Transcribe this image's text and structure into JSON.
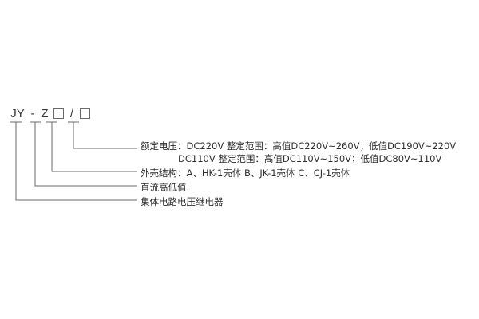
{
  "diagram": {
    "model_code": {
      "prefix": "JY",
      "dash": "-",
      "letter": "Z",
      "box1": "□",
      "slash": "/",
      "box2": "□"
    },
    "labels": {
      "rated_voltage": {
        "line1": "额定电压：DC220V  整定范围：高值DC220V~260V；低值DC190V~220V",
        "line2": "DC110V  整定范围：高值DC110V~150V；低值DC80V~110V"
      },
      "shell_structure": "外壳结构：A、HK-1壳体   B、JK-1壳体    C、CJ-1壳体",
      "dc_high_low": "直流高低值",
      "relay_name": "集体电路电压继电器"
    },
    "colors": {
      "line": "#6a6a6a",
      "text": "#2f2f2f",
      "code_text": "#3a3a3a",
      "background": "#ffffff"
    }
  }
}
